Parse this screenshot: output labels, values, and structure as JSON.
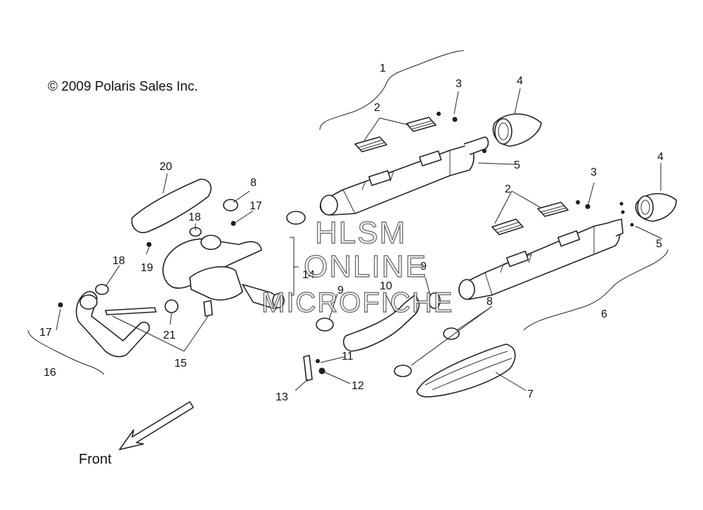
{
  "copyright": "© 2009 Polaris Sales Inc.",
  "front_label": "Front",
  "watermark": [
    "HLSM",
    "ONLINE",
    "MICROFICHE"
  ],
  "callouts": [
    "1",
    "2",
    "3",
    "4",
    "5",
    "2",
    "3",
    "4",
    "5",
    "6",
    "7",
    "8",
    "8",
    "9",
    "9",
    "10",
    "11",
    "12",
    "13",
    "14",
    "15",
    "16",
    "17",
    "17",
    "18",
    "18",
    "19",
    "20",
    "21"
  ]
}
